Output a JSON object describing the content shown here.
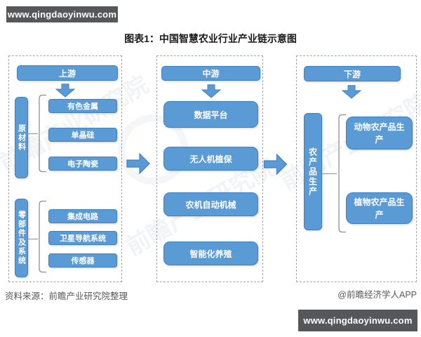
{
  "title": "图表1：中国智慧农业行业产业链示意图",
  "overlays": {
    "top_bar": "www.qingdaoyinwu.com",
    "bottom_bar": "www.qingdaoyinwu.com"
  },
  "watermark": {
    "text": "前瞻产业研究院"
  },
  "columns": {
    "upstream": {
      "header": "上游",
      "groups": [
        {
          "label": "原材料",
          "items": [
            "有色金属",
            "单晶硅",
            "电子陶瓷"
          ]
        },
        {
          "label": "零部件及系统",
          "items": [
            "集成电路",
            "卫星导航系统",
            "传感器"
          ]
        }
      ]
    },
    "midstream": {
      "header": "中游",
      "items": [
        "数据平台",
        "无人机植保",
        "农机自动机械",
        "智能化养殖"
      ]
    },
    "downstream": {
      "header": "下游",
      "label": "农产品生产",
      "items": [
        "动物农产品生产",
        "植物农产品生产"
      ]
    }
  },
  "footer": {
    "source": "资料来源：前瞻产业研究院整理",
    "credit": "@前瞻经济学人APP"
  },
  "colors": {
    "box_blue": "#5B9BD5",
    "box_border": "#4080C0",
    "bar_gray": "#56575A",
    "dash_gray": "#A6A6A6"
  }
}
